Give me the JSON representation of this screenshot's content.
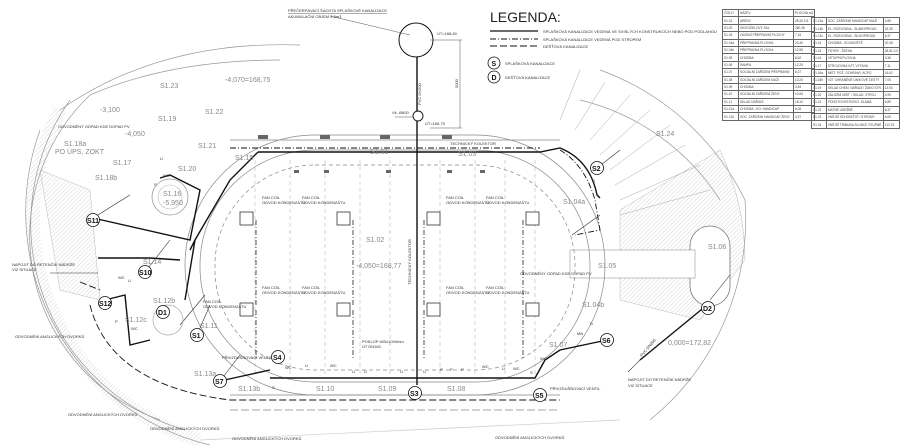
{
  "legend": {
    "title": "LEGENDA:",
    "lines": [
      "SPLAŠKOVÁ KANALIZACE VEDENÁ VE SVISLÝCH KONSTRUKCÍCH NEBO POD PODLAHOU",
      "SPLAŠKOVÁ KANALIZACE VEDENÁ POD STROPEM",
      "DEŠŤOVÁ KANALIZACE"
    ],
    "symbols": [
      {
        "letter": "S",
        "label": "SPLAŠKOVÁ KANALIZACE"
      },
      {
        "letter": "D",
        "label": "DEŠŤOVÁ KANALIZACE"
      }
    ]
  },
  "room_table_1": {
    "headers": [
      "ČÍSLO",
      "NÁZEV",
      "PLOCHA m2"
    ],
    "rows": [
      [
        "S1.01",
        "ARÉNY",
        "28,40,0,5"
      ],
      [
        "S1.02",
        "VÍCEÚČELOVÝ SÁL",
        "260,36"
      ],
      [
        "S1.03",
        "ZÁZEMÍ PŘEPRAVNÍ PLOCHY",
        "7,15"
      ],
      [
        "S1.04a",
        "PŘEPRAVNÁ PLOCHA",
        "20,40"
      ],
      [
        "S1.04b",
        "PŘEPRAVNÁ PLOCHA",
        "12,55"
      ],
      [
        "S1.05",
        "CHODBA",
        "8,62"
      ],
      [
        "S1.06",
        "RAMPA",
        "12,25"
      ],
      [
        "S1.07",
        "SOCIÁLNÍ ZAŘÍZENÍ PŘEPRAVNÍ",
        "8,37"
      ],
      [
        "S1.08",
        "SOCIÁLNÍ ZAŘÍZENÍ MUŽI",
        "10,20"
      ],
      [
        "S1.09",
        "CHODBA",
        "3,45"
      ],
      [
        "S1.10",
        "SOCIÁLNÍ ZAŘÍZENÍ ŽENY",
        "10,65"
      ],
      [
        "S1.11",
        "SKLAD NÁŘADÍ",
        "18,10"
      ],
      [
        "S1.12a",
        "CHODBA - KO. HANDICAP",
        "6,05"
      ],
      [
        "S1.12b",
        "SOC. ZAŘÍZENÍ HANDICAP ŽENY",
        "3,37"
      ]
    ]
  },
  "room_table_2": {
    "rows": [
      [
        "S1.13a",
        "SOC. ZAŘÍZENÍ HANDICAP MUŽI",
        "3,85"
      ],
      [
        "S1.13b",
        "EL. ROZVODNA - SLABOPROUD",
        "15,35"
      ],
      [
        "S1.13c",
        "EL. ROZVODNA - SILNOPROUD",
        "6,37"
      ],
      [
        "S1.14",
        "CHODBA - SCHODIŠTĚ",
        "20,08"
      ],
      [
        "S1.15",
        "FOYER - ŠATNA",
        "28,61,0,0"
      ],
      [
        "S1.16",
        "VSTUPNÍ PLOCHA",
        "3,36"
      ],
      [
        "S1.17",
        "STROJOVNA VZT, VÝTAHU",
        "7,11"
      ],
      [
        "S1.18a",
        "MÍST. POŽ. OCHRANY, ACPO",
        "15,62"
      ],
      [
        "S1.18b",
        "VZT CHRÁNĚNÉ ÚNIKOVÉ CESTY",
        "7,05"
      ],
      [
        "S1.19",
        "SKLAD CHEM. NÁŘADÍ / ŽÁKŮ STR.",
        "13,93"
      ],
      [
        "S1.20",
        "ZÁLOŽNÍ MÍST. / SKLAD. STROJ.",
        "4,99"
      ],
      [
        "S1.21",
        "POHOTOVOSTNÍ KO. SLAMÁ",
        "6,89"
      ],
      [
        "S1.22",
        "MATNÉ UDRŽBĚ",
        "6,37"
      ],
      [
        "S1.23",
        "VNĚJŠÍ SCHODIŠTĚ / STROMY",
        "6,05"
      ],
      [
        "S1.24",
        "VNĚJŠÍ TRIBUNA SLUNCE STUPNĚ",
        "113,75"
      ]
    ]
  },
  "rooms": {
    "s101": "S1.01",
    "s102": "S1.02",
    "s103": "S1.03",
    "s104a": "S1.04a",
    "s104b": "S1.04b",
    "s105": "S1.05",
    "s106": "S1.06",
    "s107": "S1.07",
    "s108": "S1.08",
    "s109": "S1.09",
    "s110": "S1.10",
    "s111": "S1.11",
    "s112c": "S1.12c",
    "s112b": "S1.12b",
    "s113a": "S1.13a",
    "s113b": "S1.13b",
    "s114": "S1.14",
    "s115": "S1.15",
    "s116": "S1.16",
    "s117": "S1.17",
    "s118a": "S1.18a",
    "s118a_sub": "PO ÚPS, ZOKT",
    "s118b": "S1.18b",
    "s119": "S1.19",
    "s120": "S1.20",
    "s121": "S1.21",
    "s122": "S1.22",
    "s123": "S1.23",
    "s124": "S1.24"
  },
  "levels": {
    "arena": "-4,050=168,77",
    "top": "-4,070=168,75",
    "stair": "-3,100",
    "s117": "-4,050",
    "s116": "-5,950",
    "exterior": "0,000=172,82"
  },
  "manholes": {
    "s1": "S1",
    "s2": "S2",
    "s3": "S3",
    "s4": "S4",
    "s5": "S5",
    "s6": "S6",
    "s7": "S7",
    "s10": "S10",
    "s11": "S11",
    "s12": "S12",
    "d1": "D1",
    "d2": "D2"
  },
  "notes": {
    "pump_shaft": "PŘEČERPÁVACÍ ŠACHTA SPLAŠKOVÉ KANALIZACE",
    "pump_volume": "AKUMULAČNÍ OBJEM 2,5m3",
    "ut1": "ÚT=168,60",
    "ut2": "ÚT=168,75",
    "vs": "Vš. Ø600",
    "pvc": "PVC DN200",
    "dim": "5000",
    "collector": "TECHNICKÝ KOLEKTOR",
    "fan_coil": "FAN COIL",
    "condensate": "ODVOD KONDENZÁTU",
    "drain_pv": "ODVODNĚNÝ ODPAD KDE DOPAD PV",
    "retention": "NAPOJIT DO RETENČNÍ NÁDRŽE",
    "retention_2": "VIZ SITUACE",
    "courts": "ODVODNĚNÍ ANGLICKÝCH DVORKŮ",
    "vent": "PŘIVZDUŠŇOVACÍ VENTIL",
    "hatch": "POKLOP 600x1000mm",
    "hatch_2": "ÚT DN160",
    "wc": "WC",
    "u": "U",
    "p": "P",
    "s": "S",
    "mn": "MN",
    "d": "D"
  }
}
